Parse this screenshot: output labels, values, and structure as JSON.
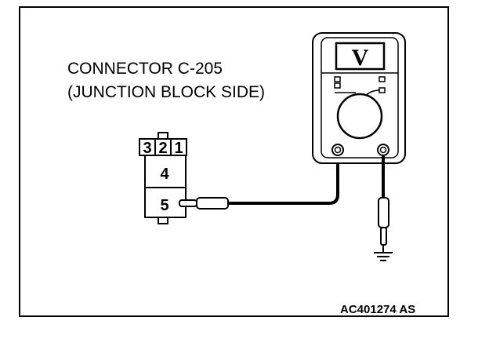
{
  "connector": {
    "title_line1": "CONNECTOR C-205",
    "title_line2": "(JUNCTION BLOCK SIDE)",
    "pins": [
      "3",
      "2",
      "1",
      "4",
      "5"
    ]
  },
  "meter": {
    "mode": "V"
  },
  "figure_code": "AC401274 AS"
}
